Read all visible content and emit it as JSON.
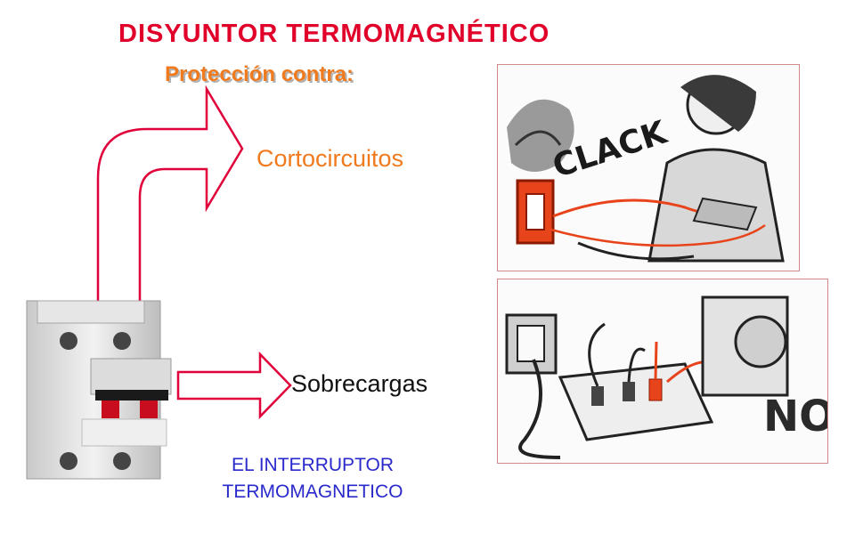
{
  "slide": {
    "title": "DISYUNTOR TERMOMAGNÉTICO",
    "subtitle": "Protección contra:",
    "labels": {
      "short_circuit": "Cortocircuitos",
      "overload": "Sobrecargas"
    },
    "caption": {
      "line1": "EL INTERRUPTOR",
      "line2": "TERMOMAGNETICO"
    },
    "illustrations": {
      "short_circuit_word": "CLACK",
      "overload_word": "NO"
    }
  },
  "colors": {
    "title": "#e0002a",
    "subtitle": "#f07a1e",
    "arrow": "#e0003a",
    "caption": "#2a2acc"
  }
}
